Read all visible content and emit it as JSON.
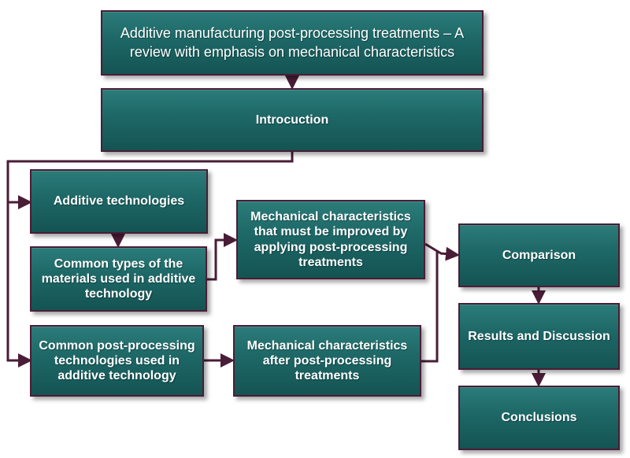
{
  "diagram": {
    "title": "Additive manufacturing post-processing treatments – A review with emphasis on mechanical characteristics",
    "nodes": {
      "intro": "Introcuction",
      "additive_technologies": "Additive technologies",
      "materials": "Common types of the materials used in additive technology",
      "mech_improve": "Mechanical characteristics that must be improved by applying post-processing treatments",
      "post_tech": "Common post-processing technologies used in additive technology",
      "mech_after": "Mechanical characteristics after post-processing treatments",
      "comparison": "Comparison",
      "results": "Results and Discussion",
      "conclusions": "Conclusions"
    },
    "colors": {
      "box_fill": "#1d6766",
      "box_border": "#4a1d36",
      "connector": "#4a1d36",
      "text": "#ffffff"
    }
  }
}
